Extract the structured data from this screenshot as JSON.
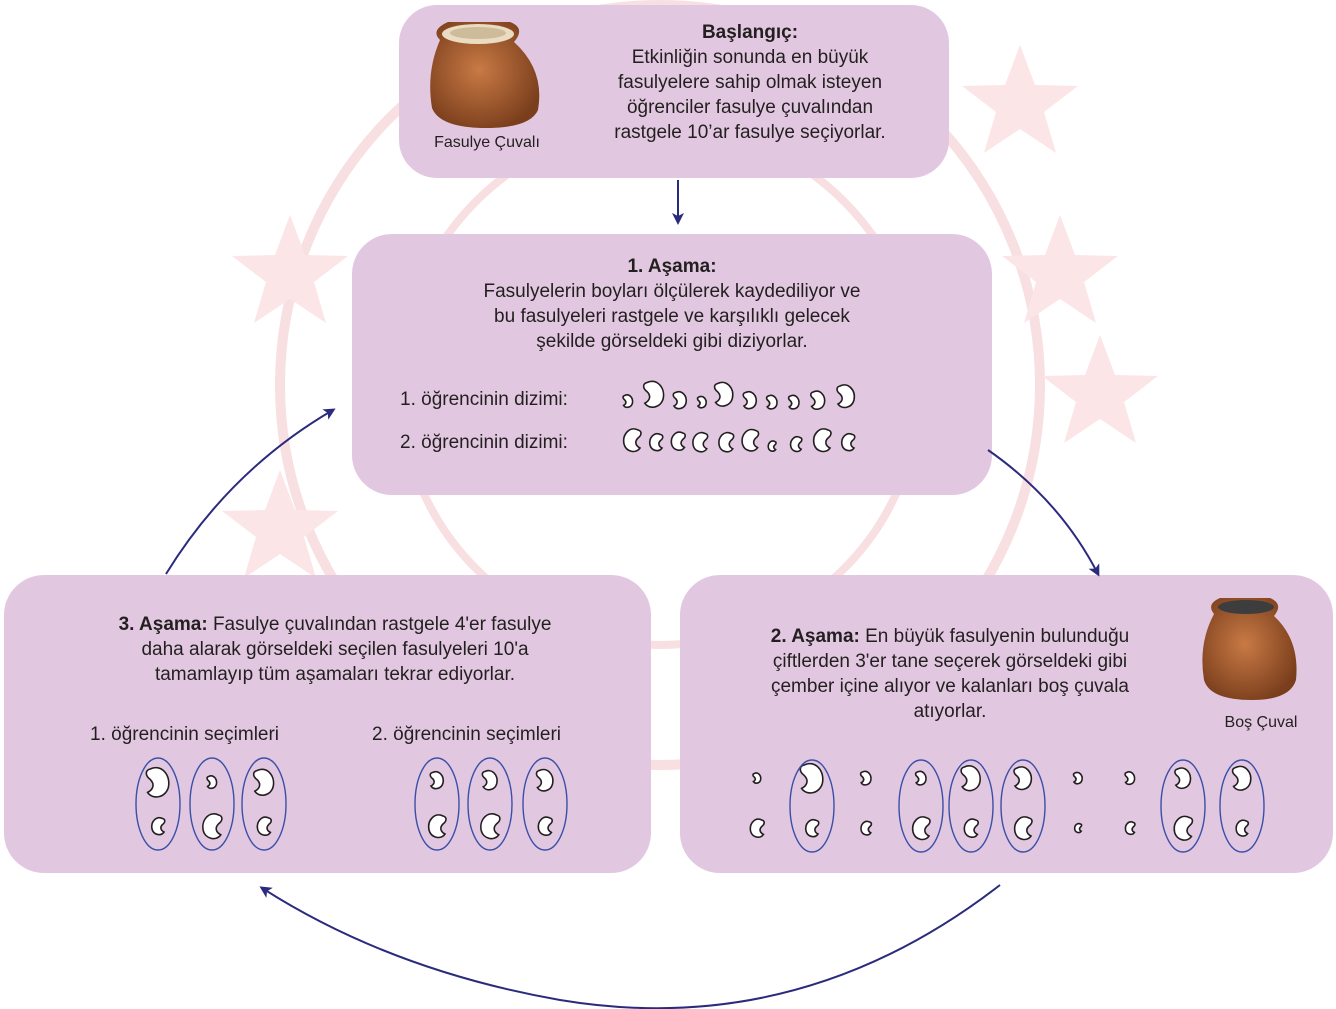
{
  "start": {
    "title": "Başlangıç:",
    "lines": [
      "Etkinliğin sonunda en büyük",
      "fasulyelere sahip olmak isteyen",
      "öğrenciler  fasulye çuvalından",
      "rastgele 10’ar fasulye seçiyorlar."
    ],
    "sack_label": "Fasulye Çuvalı"
  },
  "stage1": {
    "title": "1. Aşama:",
    "lines": [
      "Fasulyelerin boyları ölçülerek kaydediliyor ve",
      "bu fasulyeleri rastgele ve karşılıklı gelecek",
      "şekilde görseldeki gibi diziyorlar."
    ],
    "row1_label": "1. öğrencinin dizimi:",
    "row2_label": "2. öğrencinin dizimi:"
  },
  "stage2": {
    "title": "2. Aşama:",
    "lines": [
      "En büyük fasulyenin bulunduğu",
      "çiftlerden 3'er tane seçerek görseldeki gibi",
      "çember içine alıyor ve kalanları boş çuvala",
      "atıyorlar."
    ],
    "sack_label": "Boş Çuval"
  },
  "stage3": {
    "title": "3. Aşama:",
    "lines": [
      "Fasulye çuvalından rastgele 4'er fasulye",
      "daha  alarak  görseldeki seçilen fasulyeleri 10'a",
      "tamamlayıp tüm aşamaları tekrar ediyorlar."
    ],
    "choice1_label": "1. öğrencinin seçimleri",
    "choice2_label": "2. öğrencinin seçimleri"
  },
  "colors": {
    "box": "#e2c7e0",
    "arrow": "#2b2b7e",
    "ellipse": "#3a4fa8",
    "watermark": "#f6d9dc"
  }
}
